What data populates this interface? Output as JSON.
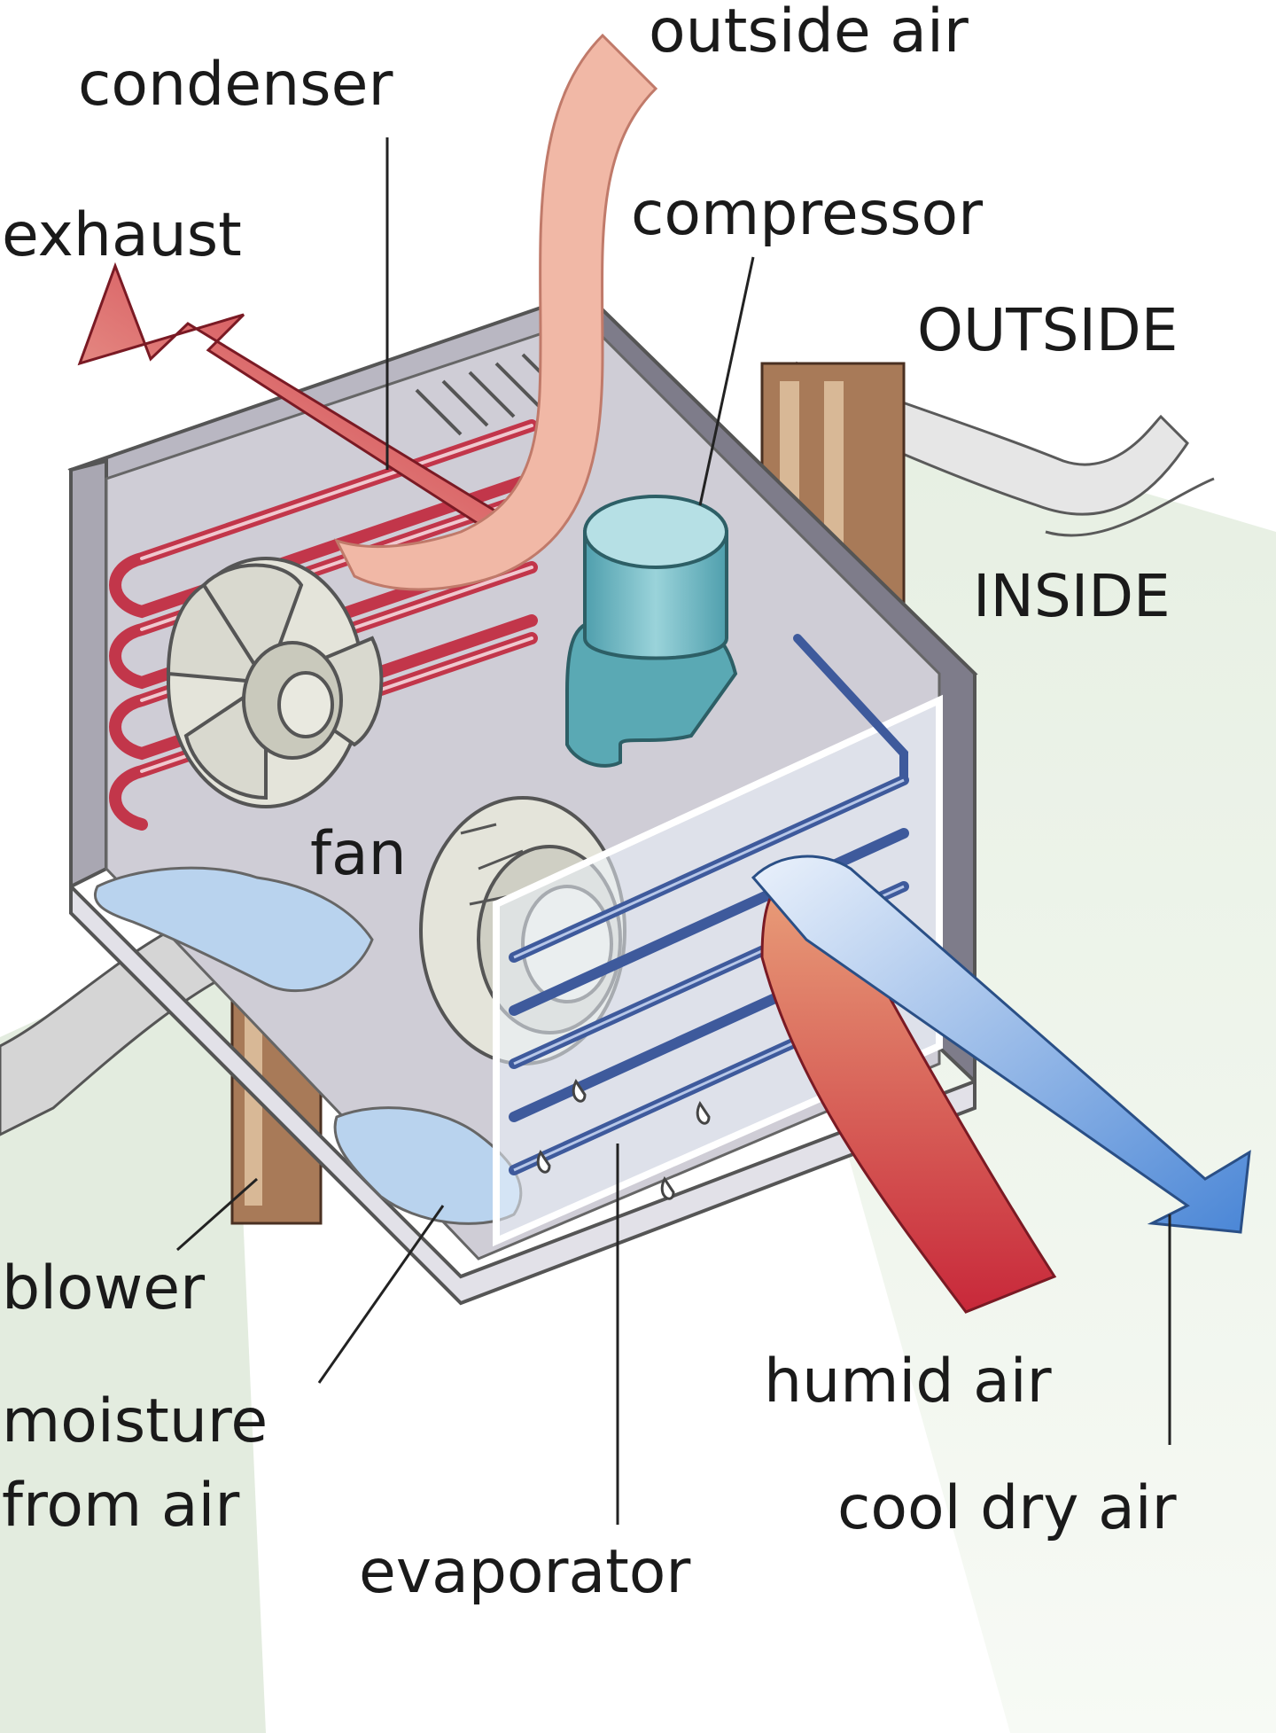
{
  "labels": {
    "outside_air": "outside air",
    "condenser": "condenser",
    "exhaust": "exhaust",
    "compressor": "compressor",
    "outside": "OUTSIDE",
    "inside": "INSIDE",
    "fan": "fan",
    "blower": "blower",
    "moisture_line1": "moisture",
    "moisture_line2": "from air",
    "humid_air": "humid air",
    "cool_dry_air": "cool dry air",
    "evaporator": "evaporator"
  },
  "colors": {
    "hot_air": "#c8283a",
    "outside_air_duct": "#f1b8a6",
    "cool_air": "#4a86d6",
    "condenser_coil": "#c2364a",
    "evaporator_coil": "#3e5a9c",
    "compressor": "#6fb9c4",
    "wall_inside": "#dbe9d8",
    "casing": "#8c8a96"
  }
}
